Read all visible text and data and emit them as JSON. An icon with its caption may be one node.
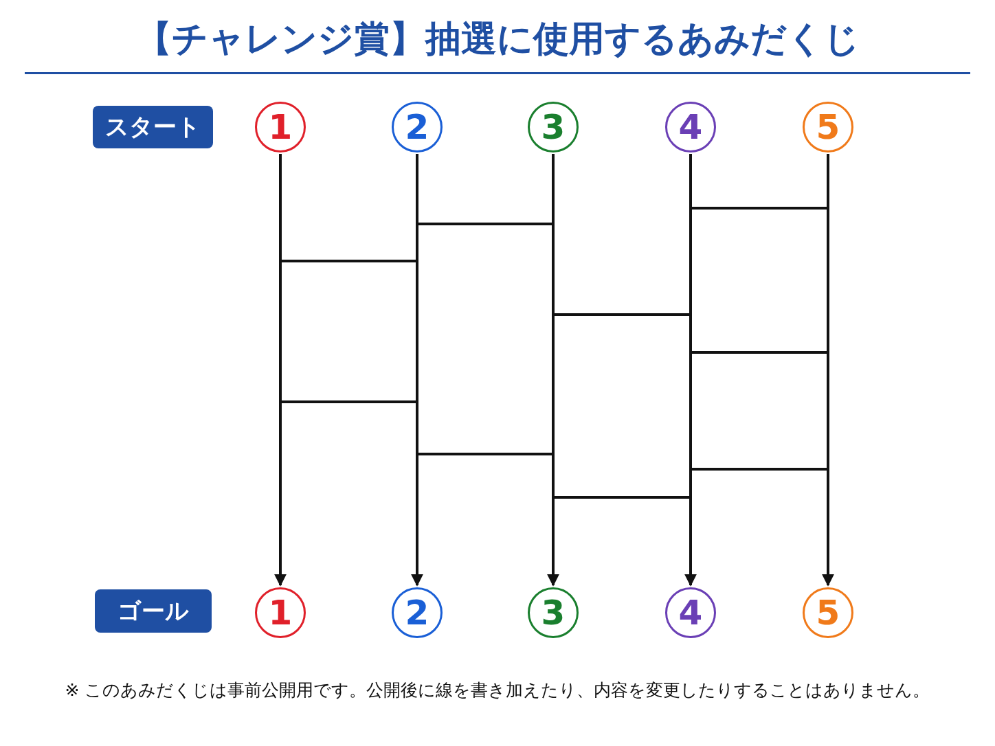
{
  "diagram": {
    "title": "【チャレンジ賞】抽選に使用するあみだくじ",
    "caption": "※ このあみだくじは事前公開用です。公開後に線を書き加えたり、内容を変更したりすることはありません。",
    "nodes": [
      {
        "text": [
          "スタート"
        ]
      },
      {
        "text": [
          "1"
        ]
      },
      {
        "text": [
          "2"
        ]
      },
      {
        "text": [
          "3"
        ]
      },
      {
        "text": [
          "4"
        ]
      },
      {
        "text": [
          "5"
        ]
      },
      {
        "text": [
          "ゴール"
        ]
      },
      {
        "text": [
          "1"
        ]
      },
      {
        "text": [
          "2"
        ]
      },
      {
        "text": [
          "3"
        ]
      },
      {
        "text": [
          "4"
        ]
      },
      {
        "text": [
          "5"
        ]
      }
    ],
    "edges": [
      {
        "from": 1,
        "to": 7,
        "arrow": "to"
      },
      {
        "from": 2,
        "to": 8,
        "arrow": "to"
      },
      {
        "from": 3,
        "to": 9,
        "arrow": "to"
      },
      {
        "from": 4,
        "to": 10,
        "arrow": "to"
      },
      {
        "from": 5,
        "to": 11,
        "arrow": "to"
      }
    ]
  }
}
